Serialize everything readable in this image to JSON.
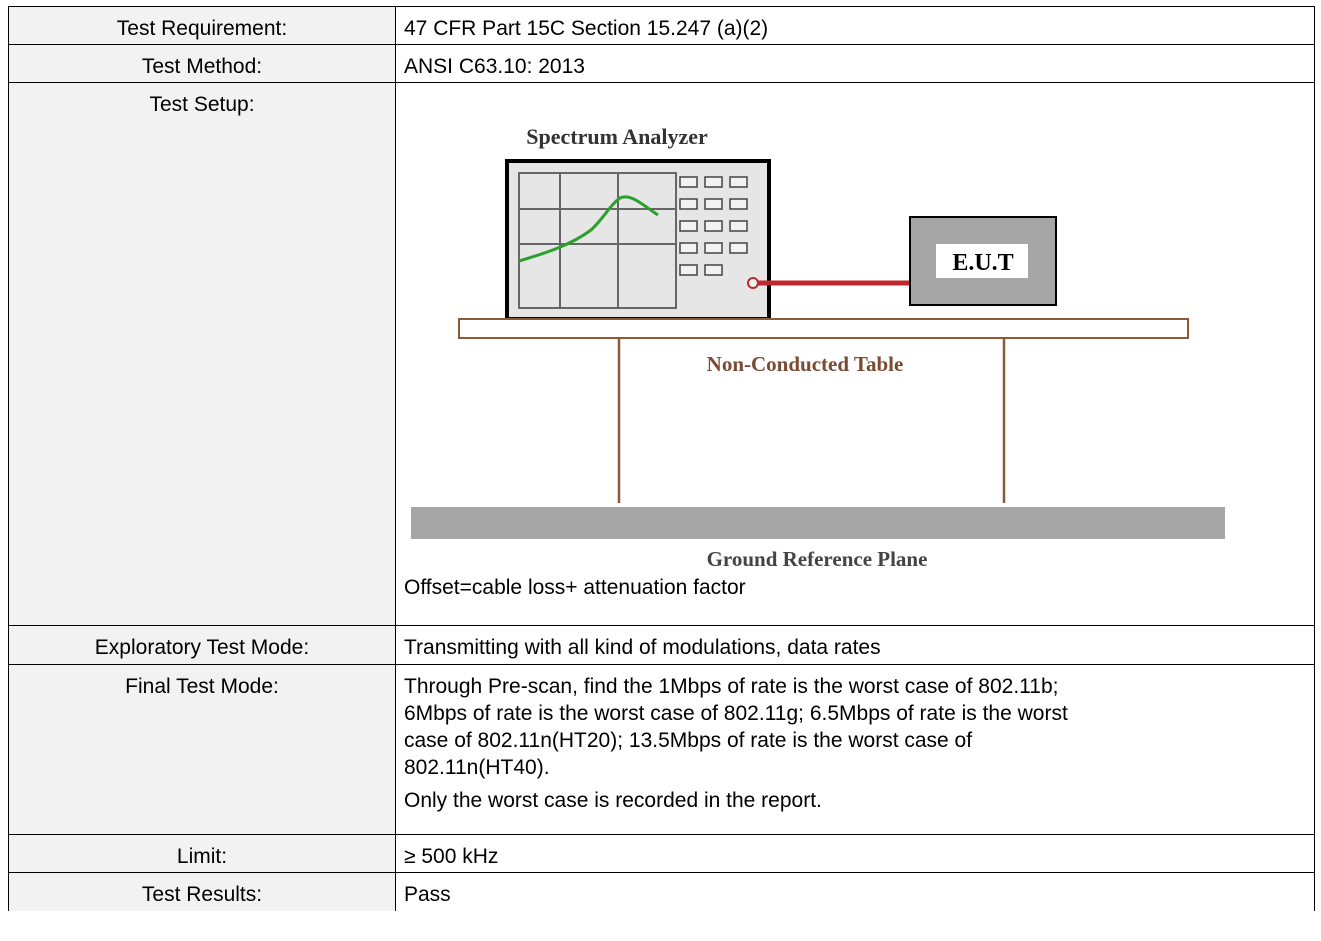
{
  "rows": [
    {
      "label": "Test Requirement:",
      "value": "47 CFR Part 15C Section 15.247 (a)(2)"
    },
    {
      "label": "Test Method:",
      "value": "ANSI C63.10: 2013"
    },
    {
      "label": "Test Setup:",
      "diagram": {
        "analyzer_label": "Spectrum Analyzer",
        "eut_label": "E.U.T",
        "table_label": "Non-Conducted Table",
        "ground_label": "Ground Reference Plane"
      },
      "note": "Offset=cable loss+ attenuation factor"
    },
    {
      "label": "Exploratory Test Mode:",
      "value": "Transmitting with all kind of modulations, data rates"
    },
    {
      "label": "Final Test Mode:",
      "lines": [
        "Through Pre-scan, find the 1Mbps of rate is the worst case of 802.11b;",
        "6Mbps of rate is the worst case of 802.11g; 6.5Mbps of rate is the worst",
        "case of 802.11n(HT20); 13.5Mbps of rate is the worst case of",
        "802.11n(HT40)."
      ],
      "extra": "Only the worst case is recorded in the report."
    },
    {
      "label": "Limit:",
      "value": "≥ 500 kHz"
    },
    {
      "label": "Test Results:",
      "value": "Pass"
    }
  ],
  "colors": {
    "label_bg": "#f2f2f2",
    "analyzer_body": "#e6e6e6",
    "trace": "#2ca02c",
    "cable": "#c0282d",
    "table_wood": "#8a5a3b",
    "ground": "#a6a6a6",
    "eut_body": "#a6a6a6"
  }
}
